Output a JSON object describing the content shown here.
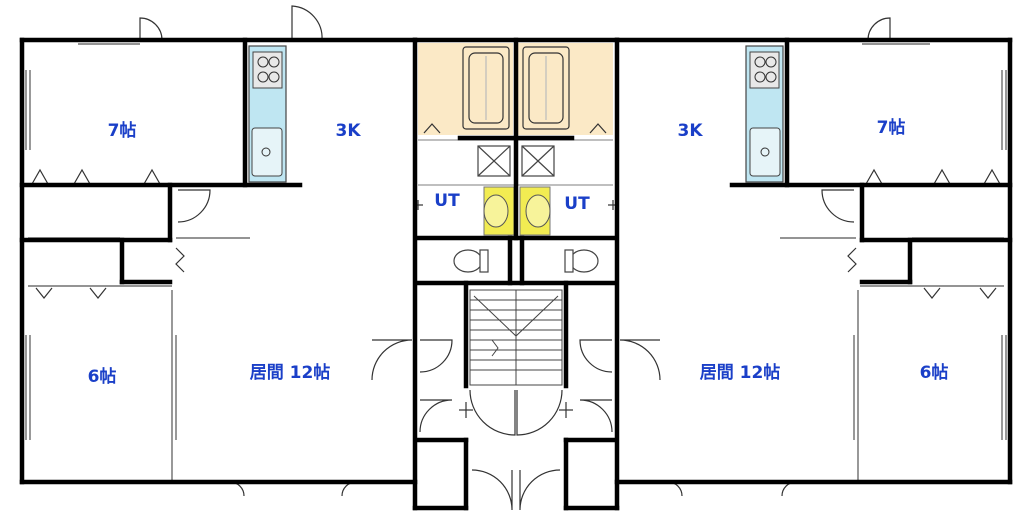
{
  "colors": {
    "wall": "#000000",
    "label": "#1a3fc8",
    "bath": "#fbe9c6",
    "sink_fixture": "#bfe6f2",
    "basin": "#f2ec52",
    "thin_line": "#555555"
  },
  "rooms": {
    "left_bedroom_7": "7帖",
    "left_kitchen": "3K",
    "left_ut": "UT",
    "right_ut": "UT",
    "right_kitchen": "3K",
    "right_bedroom_7": "7帖",
    "left_bedroom_6": "6帖",
    "left_living": "居間 12帖",
    "right_living": "居間 12帖",
    "right_bedroom_6": "6帖"
  }
}
